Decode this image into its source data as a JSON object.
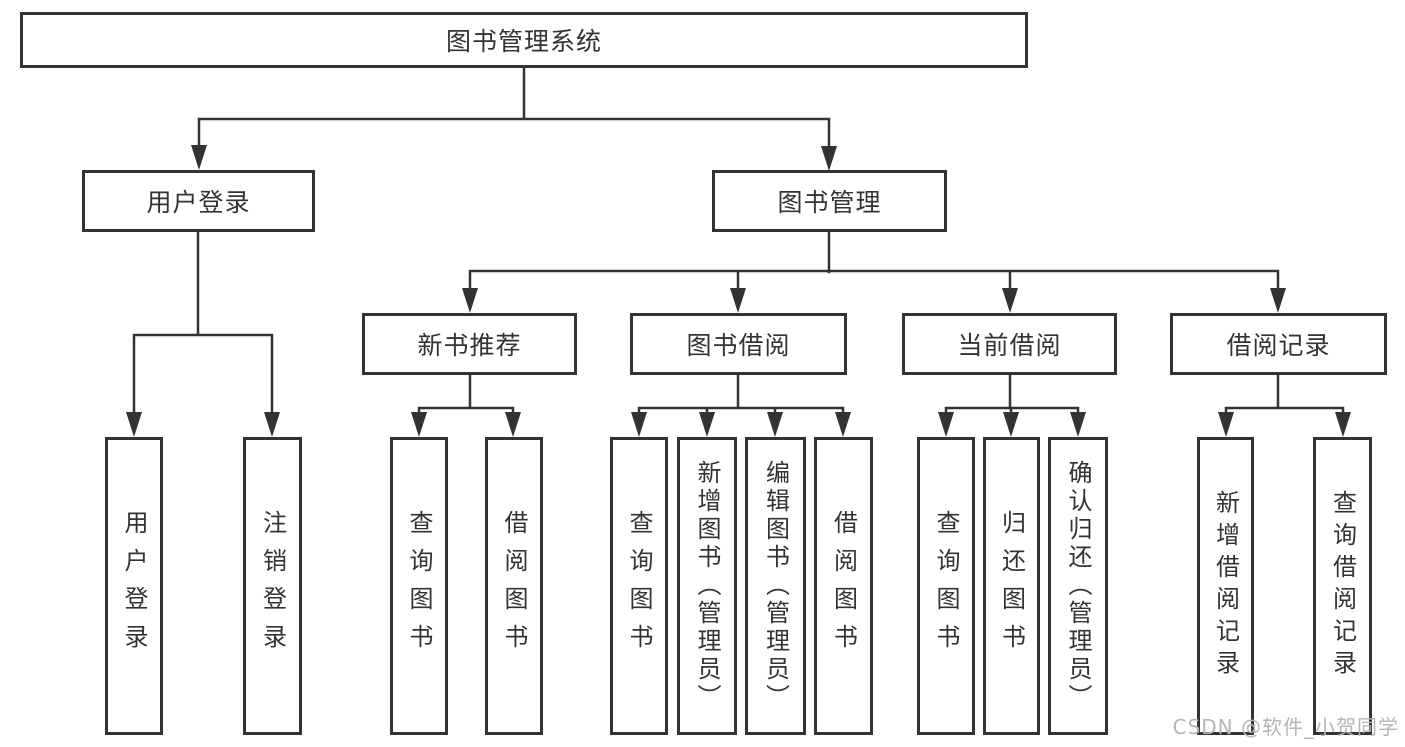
{
  "tree": {
    "root": "图书管理系统",
    "children": [
      {
        "label": "用户登录",
        "children": [
          "用户登录",
          "注销登录"
        ]
      },
      {
        "label": "图书管理",
        "children": [
          {
            "label": "新书推荐",
            "children": [
              "查询图书",
              "借阅图书"
            ]
          },
          {
            "label": "图书借阅",
            "children": [
              "查询图书",
              "新增图书（管理员）",
              "编辑图书（管理员）",
              "借阅图书"
            ]
          },
          {
            "label": "当前借阅",
            "children": [
              "查询图书",
              "归还图书",
              "确认归还（管理员）"
            ]
          },
          {
            "label": "借阅记录",
            "children": [
              "新增借阅记录",
              "查询借阅记录"
            ]
          }
        ]
      }
    ]
  },
  "watermark": "CSDN @软件_小贺同学",
  "colors": {
    "line": "#333333",
    "text": "#333333",
    "background": "#ffffff",
    "watermark": "#b5b5b5"
  }
}
